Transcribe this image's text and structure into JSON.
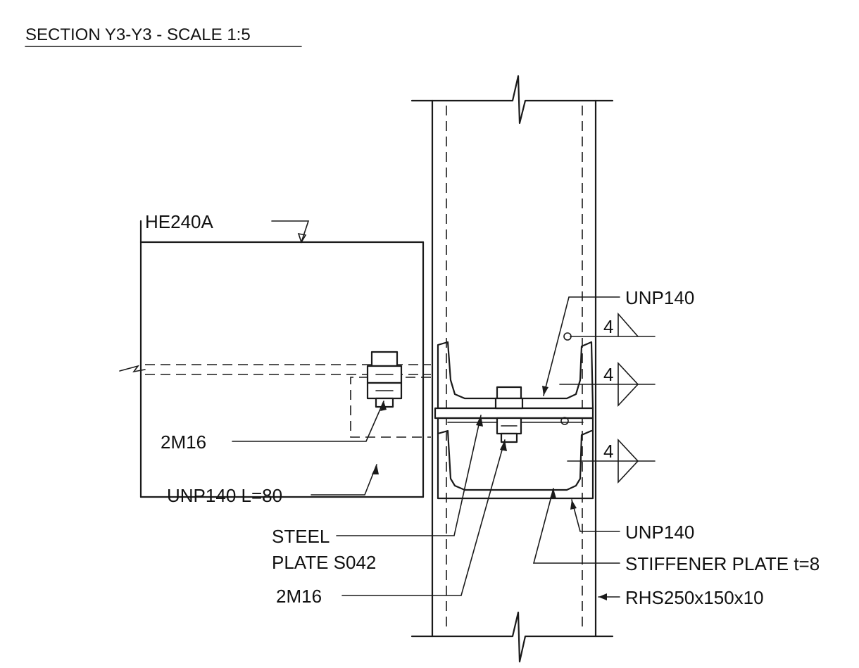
{
  "title": "SECTION Y3-Y3 - SCALE 1:5",
  "labels": {
    "beam": "HE240A",
    "bolts_left": "2M16",
    "unp_short": "UNP140 L=80",
    "steel_plate_line1": "STEEL",
    "steel_plate_line2": "PLATE S042",
    "bolts_center": "2M16",
    "unp_top": "UNP140",
    "unp_bottom": "UNP140",
    "stiffener": "STIFFENER PLATE t=8",
    "rhs": "RHS250x150x10"
  },
  "welds": [
    "4",
    "4",
    "4"
  ]
}
